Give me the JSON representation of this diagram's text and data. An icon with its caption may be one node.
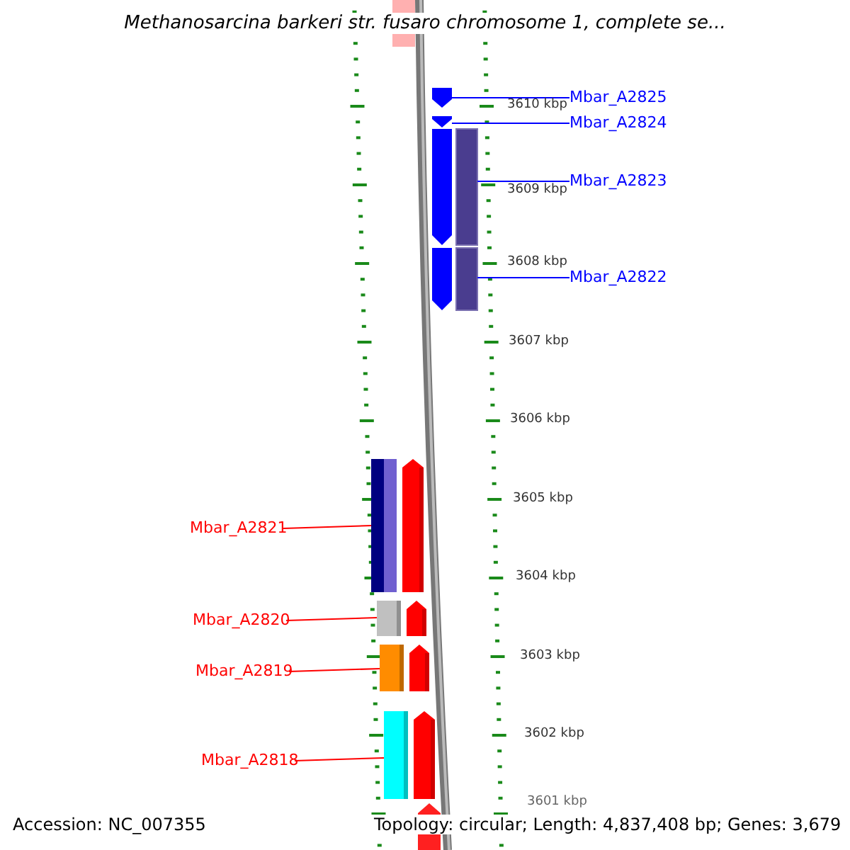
{
  "diagram": {
    "title": "Methanosarcina barkeri str. fusaro chromosome 1, complete se...",
    "nodes": [
      {
        "text": [
          "Mbar_A2825"
        ]
      },
      {
        "text": [
          "Mbar_A2824"
        ]
      },
      {
        "text": [
          "Mbar_A2823"
        ]
      },
      {
        "text": [
          "Mbar_A2822"
        ]
      },
      {
        "text": [
          "Mbar_A2821"
        ]
      },
      {
        "text": [
          "Mbar_A2820"
        ]
      },
      {
        "text": [
          "Mbar_A2819"
        ]
      },
      {
        "text": [
          "Mbar_A2818"
        ]
      },
      {
        "text": [],
        "shape": "arrow"
      },
      {
        "text": [],
        "shape": "arrow"
      },
      {
        "text": [],
        "shape": "arrow"
      },
      {
        "text": [],
        "shape": "arrow"
      },
      {
        "text": [],
        "shape": "arrow"
      },
      {
        "text": [],
        "shape": "arrow"
      },
      {
        "text": [],
        "shape": "arrow"
      },
      {
        "text": [],
        "shape": "arrow"
      },
      {
        "text": [],
        "shape": "arrow"
      },
      {
        "text": [],
        "shape": "arrow"
      }
    ],
    "edges": [
      {
        "from": 0,
        "to": 9,
        "arrow": "none",
        "color": "#0000ff"
      },
      {
        "from": 1,
        "to": 10,
        "arrow": "none",
        "color": "#0000ff"
      },
      {
        "from": 2,
        "to": 11,
        "arrow": "none",
        "color": "#0000ff"
      },
      {
        "from": 3,
        "to": 12,
        "arrow": "none",
        "color": "#0000ff"
      },
      {
        "from": 4,
        "to": 13,
        "arrow": "none",
        "color": "#ff0000"
      },
      {
        "from": 5,
        "to": 14,
        "arrow": "none",
        "color": "#ff0000"
      },
      {
        "from": 6,
        "to": 15,
        "arrow": "none",
        "color": "#ff0000"
      },
      {
        "from": 7,
        "to": 16,
        "arrow": "none",
        "color": "#ff0000"
      }
    ],
    "labels": [
      "3610 kbp",
      "3609 kbp",
      "3608 kbp",
      "3607 kbp",
      "3606 kbp",
      "3605 kbp",
      "3604 kbp",
      "3603 kbp",
      "3602 kbp",
      "3601 kbp",
      "Accession: NC_007355",
      "Topology: circular; Length: 4,837,408 bp; Genes: 3,679"
    ]
  }
}
